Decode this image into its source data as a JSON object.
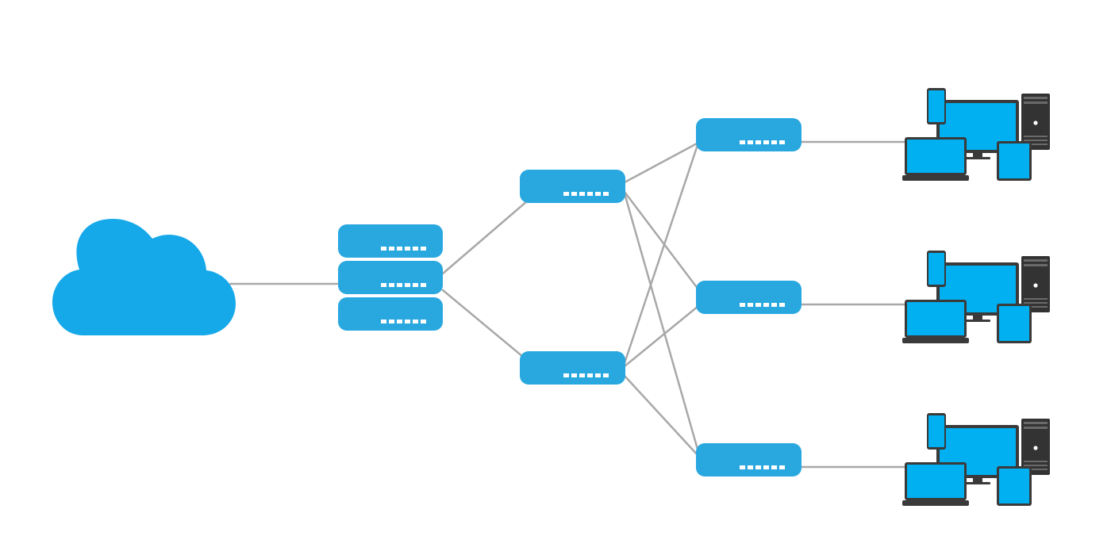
{
  "colors": {
    "background": "#ffffff",
    "device_blue": "#29a8e0",
    "cloud_blue": "#16a9e9",
    "port_white": "#ffffff",
    "link_gray": "#a8a8a8",
    "screen_blue": "#00b0f0",
    "frame_dark": "#3a3a3a",
    "tower_dark": "#333333"
  },
  "icons": {
    "internet": "cloud-icon",
    "core": "server-rack-icon",
    "switch": "network-switch-icon",
    "endpoint": "device-cluster-icon"
  },
  "diagram": {
    "layers": [
      {
        "id": "internet",
        "nodes": [
          "cloud"
        ]
      },
      {
        "id": "core",
        "nodes": [
          "core-stack"
        ]
      },
      {
        "id": "distribution",
        "nodes": [
          "dist-top",
          "dist-bottom"
        ]
      },
      {
        "id": "access",
        "nodes": [
          "access-1",
          "access-2",
          "access-3"
        ]
      },
      {
        "id": "endpoints",
        "nodes": [
          "devices-1",
          "devices-2",
          "devices-3"
        ]
      }
    ],
    "links": [
      [
        "cloud",
        "core-stack"
      ],
      [
        "core-stack",
        "dist-top"
      ],
      [
        "core-stack",
        "dist-bottom"
      ],
      [
        "dist-top",
        "access-1"
      ],
      [
        "dist-top",
        "access-2"
      ],
      [
        "dist-top",
        "access-3"
      ],
      [
        "dist-bottom",
        "access-1"
      ],
      [
        "dist-bottom",
        "access-2"
      ],
      [
        "dist-bottom",
        "access-3"
      ],
      [
        "access-1",
        "devices-1"
      ],
      [
        "access-2",
        "devices-2"
      ],
      [
        "access-3",
        "devices-3"
      ]
    ],
    "ports_per_device": 6
  }
}
